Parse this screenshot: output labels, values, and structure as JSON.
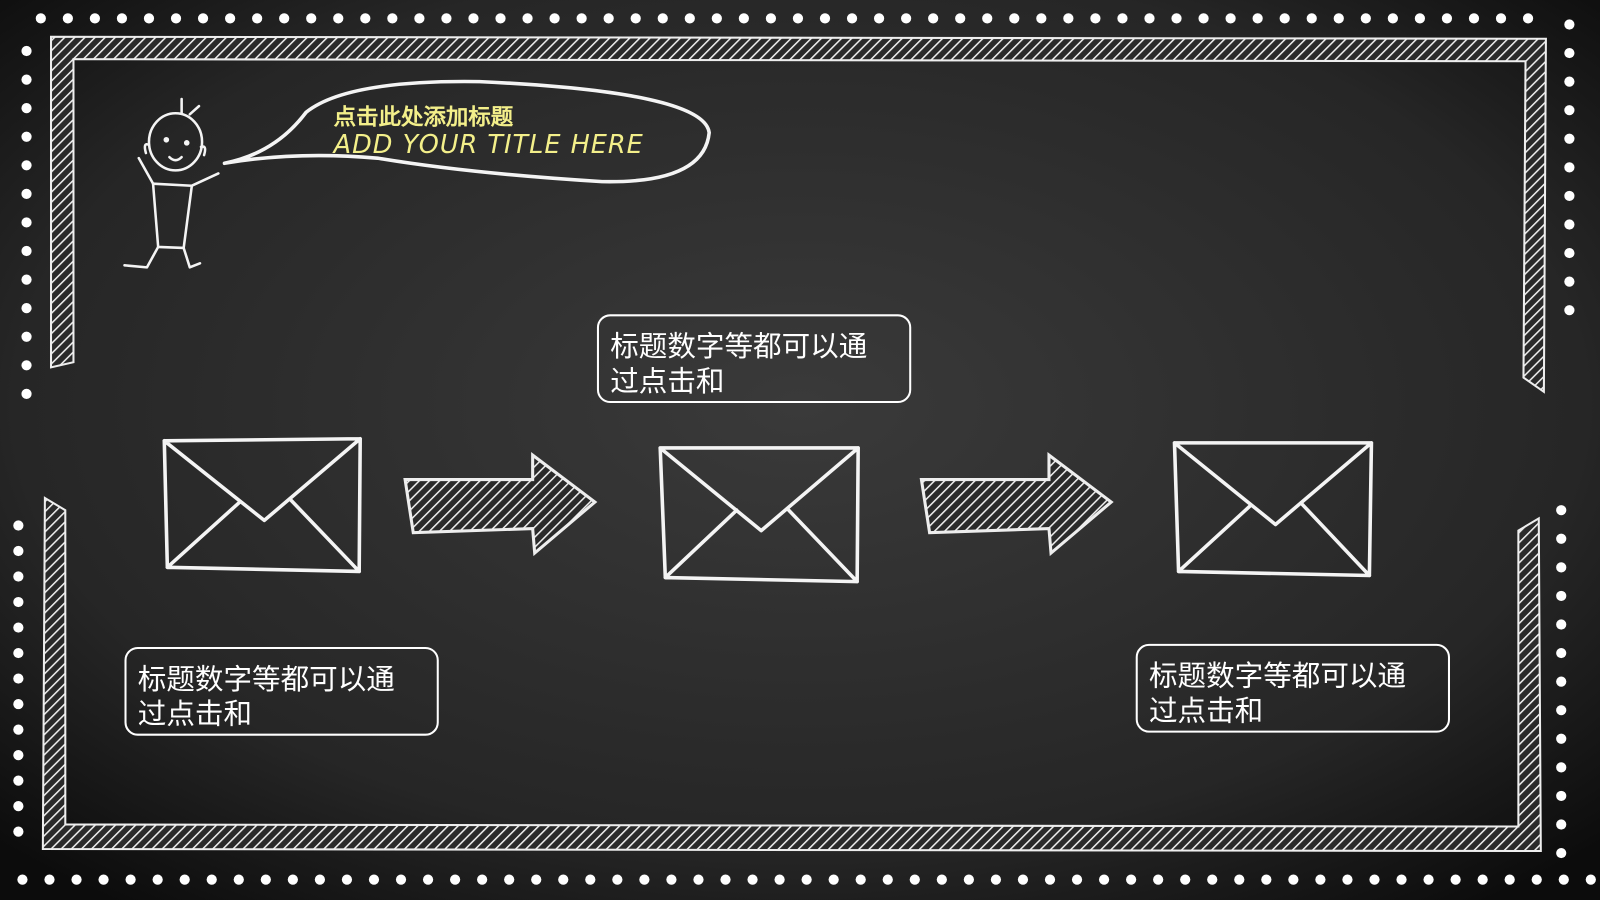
{
  "slide": {
    "title_cn": "点击此处添加标题",
    "title_en": "ADD YOUR TITLE HERE",
    "background_color": "#2a2a2a",
    "accent_color": "#f3ef8a",
    "steps": [
      {
        "icon": "envelope-icon",
        "text_line1": "标题数字等都可以通",
        "text_line2": "过点击和"
      },
      {
        "icon": "envelope-icon",
        "text_line1": "标题数字等都可以通",
        "text_line2": "过点击和"
      },
      {
        "icon": "envelope-icon",
        "text_line1": "标题数字等都可以通",
        "text_line2": "过点击和"
      }
    ],
    "connectors": [
      "arrow-right-icon",
      "arrow-right-icon"
    ]
  }
}
